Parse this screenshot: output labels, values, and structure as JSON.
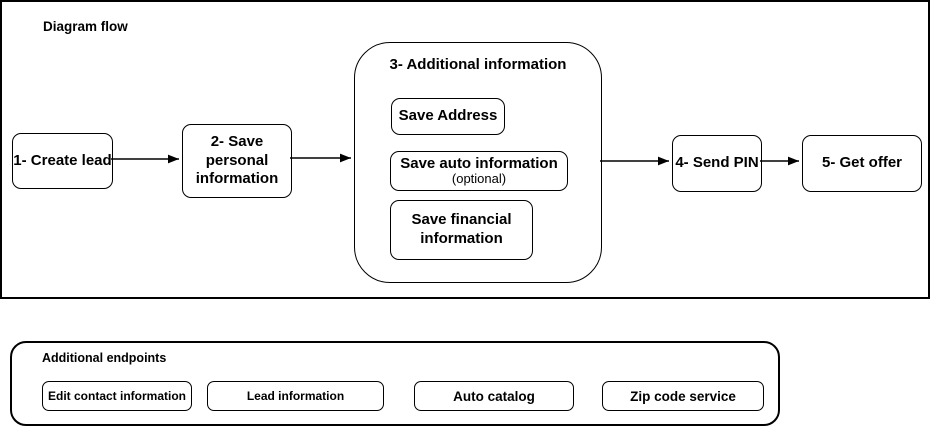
{
  "flow": {
    "title": "Diagram flow",
    "steps": {
      "create_lead": "1- Create lead",
      "save_personal": "2- Save personal information",
      "additional": {
        "title": "3- Additional information",
        "save_address": "Save Address",
        "save_auto": "Save auto information",
        "save_auto_note": "(optional)",
        "save_financial": "Save financial information"
      },
      "send_pin": "4- Send PIN",
      "get_offer": "5- Get offer"
    }
  },
  "endpoints": {
    "title": "Additional endpoints",
    "items": [
      {
        "label": "Edit contact information"
      },
      {
        "label": "Lead information"
      },
      {
        "label": "Auto catalog"
      },
      {
        "label": "Zip code service"
      }
    ]
  },
  "colors": {
    "stroke": "#000000",
    "background": "#ffffff"
  }
}
